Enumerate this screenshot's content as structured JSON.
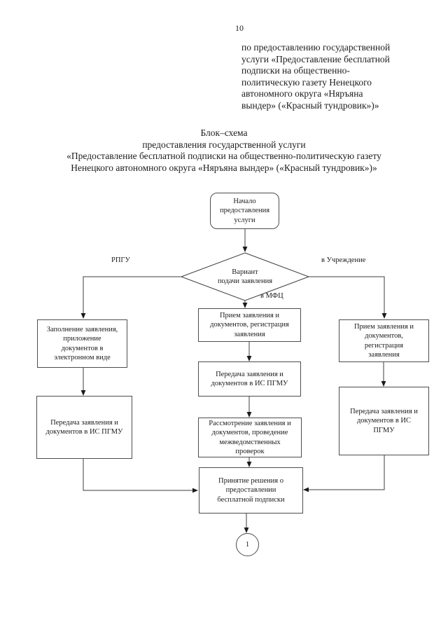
{
  "page": {
    "number": "10"
  },
  "header_block": {
    "lines": [
      "по предоставлению государственной",
      "услуги «Предоставление бесплатной",
      "подписки на общественно-",
      "политическую газету Ненецкого",
      "автономного округа «Няръяна",
      "вындер» («Красный тундровик»)»"
    ]
  },
  "title_block": {
    "lines": [
      "Блок–схема",
      "предоставления государственной услуги",
      "«Предоставление бесплатной подписки на общественно-политическую газету",
      "Ненецкого автономного округа «Няръяна вындер» («Красный тундровик»)»"
    ]
  },
  "flowchart": {
    "start": "Начало\nпредоставления\nуслуги",
    "decision": "Вариант\nподачи заявления",
    "branch_labels": {
      "left": "РПГУ",
      "right": "в Учреждение",
      "down": "в МФЦ"
    },
    "left_column": {
      "box1": "Заполнение заявления,\nприложение\nдокументов в\nэлектронном виде",
      "box2": "Передача заявления и\nдокументов в ИС ПГМУ"
    },
    "middle_column": {
      "box1": "Прием заявления и\nдокументов, регистрация\nзаявления",
      "box2": "Передача заявления и\nдокументов в ИС ПГМУ",
      "box3": "Рассмотрение заявления и\nдокументов, проведение\nмежведомственных\nпроверок",
      "box4": "Принятие решения о\nпредоставлении\nбесплатной подписки"
    },
    "right_column": {
      "box1": "Прием заявления и\nдокументов,\nрегистрация\nзаявления",
      "box2": "Передача заявления и\nдокументов в ИС\nПГМУ"
    },
    "connector_circle": "1"
  },
  "colors": {
    "line": "#3d3d3d",
    "arrow": "#1a1a1a",
    "text": "#1c1c1c",
    "background": "#ffffff"
  }
}
